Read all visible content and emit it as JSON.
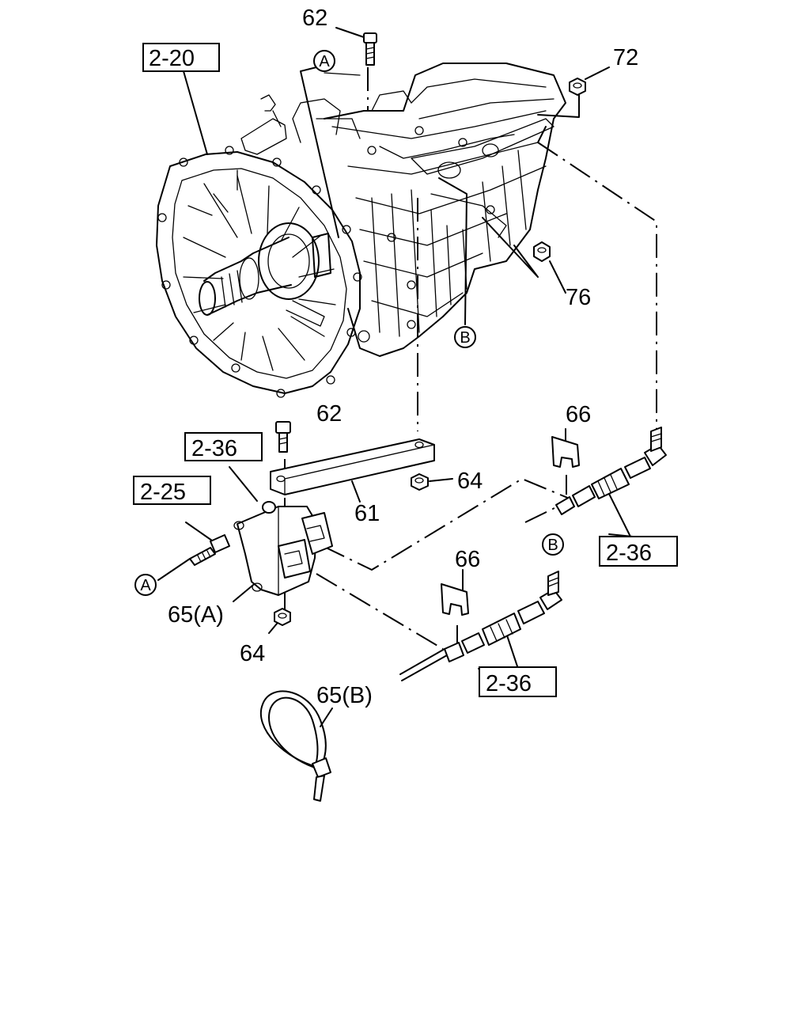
{
  "callouts": {
    "p62_top": "62",
    "p72": "72",
    "p76": "76",
    "p62_mid": "62",
    "p66_top": "66",
    "p64_right": "64",
    "p61": "61",
    "p66_bottom": "66",
    "p65a": "65(A)",
    "p64_bottom": "64",
    "p65b": "65(B)"
  },
  "section_refs": {
    "ref_2_20": "2-20",
    "ref_2_36_left": "2-36",
    "ref_2_25": "2-25",
    "ref_2_36_right": "2-36",
    "ref_2_36_bottom": "2-36"
  },
  "connectors": {
    "a_top": "A",
    "b_mid": "B",
    "b_right": "B",
    "a_left": "A"
  }
}
